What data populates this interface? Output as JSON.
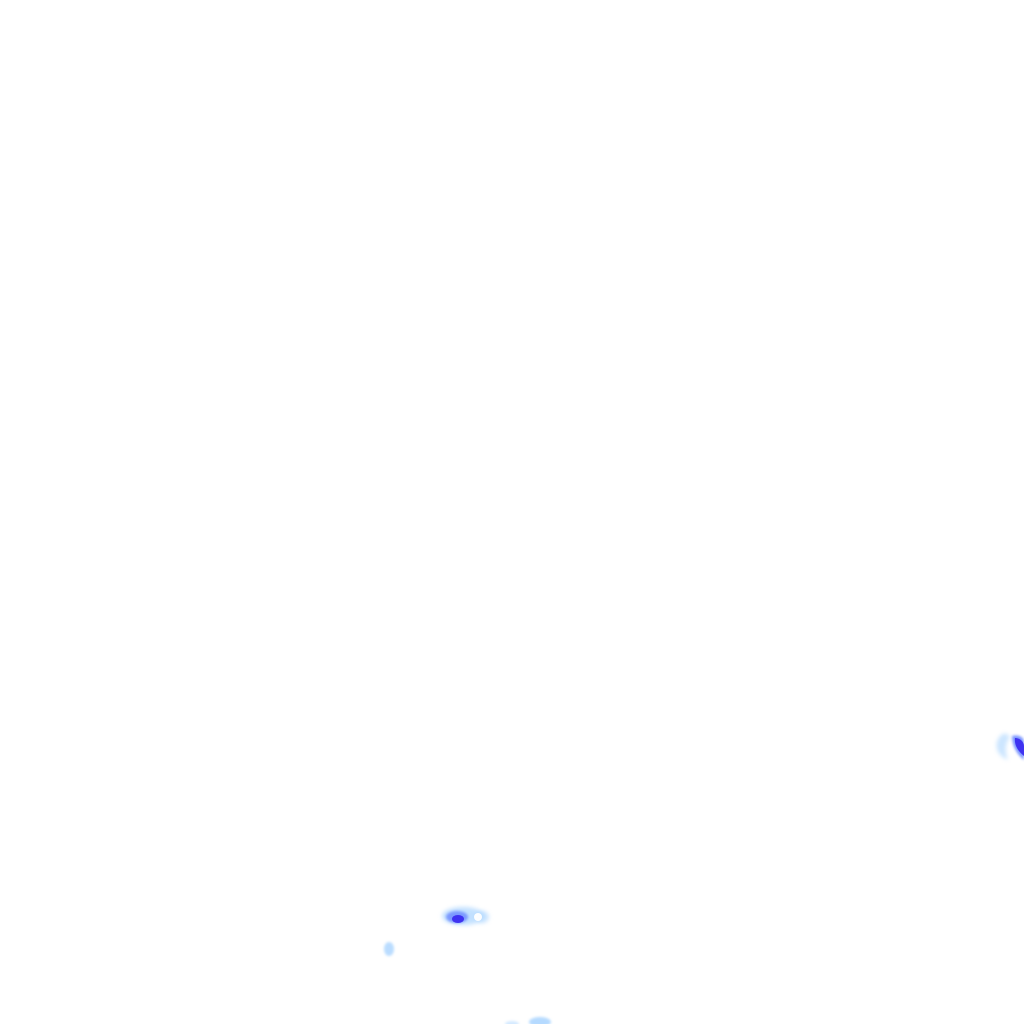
{
  "map": {
    "type": "precipitation-radar-tile",
    "background_color": "#ffffff",
    "palette": {
      "light": "#a9d4ff",
      "medium": "#6f8dff",
      "heavy": "#3b2cf0"
    },
    "echoes": [
      {
        "id": "right-edge",
        "intensity": "heavy"
      },
      {
        "id": "center-bottom",
        "intensity": "heavy"
      },
      {
        "id": "small-left",
        "intensity": "light"
      },
      {
        "id": "bottom-edge",
        "intensity": "light"
      }
    ]
  }
}
